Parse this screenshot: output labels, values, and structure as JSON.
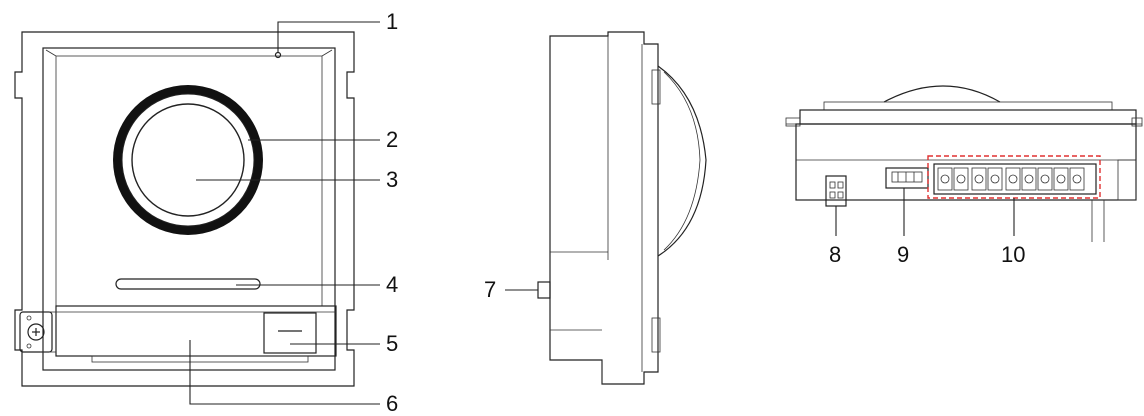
{
  "callouts": {
    "c1": "1",
    "c2": "2",
    "c3": "3",
    "c4": "4",
    "c5": "5",
    "c6": "6",
    "c7": "7",
    "c8": "8",
    "c9": "9",
    "c10": "10"
  },
  "colors": {
    "line": "#222222",
    "highlight_box": "#e03030",
    "lens_ring": "#111111"
  }
}
